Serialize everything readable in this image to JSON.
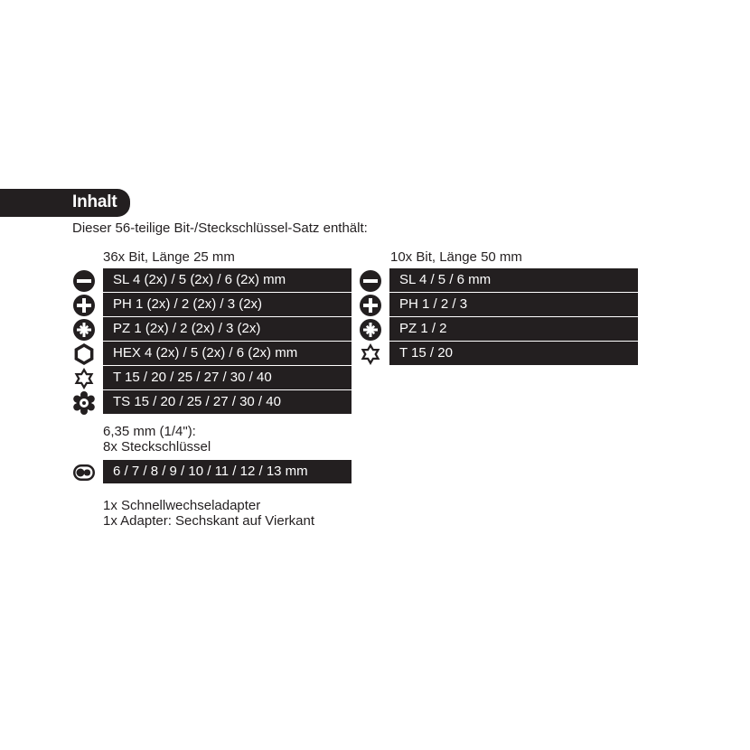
{
  "header": {
    "title": "Inhalt"
  },
  "intro": "Dieser 56-teilige Bit-/Steckschlüssel-Satz enthält:",
  "left_column": {
    "title": "36x Bit, Länge 25 mm",
    "rows": [
      {
        "icon": "slotted-icon",
        "label": "SL 4 (2x) / 5 (2x) / 6 (2x) mm"
      },
      {
        "icon": "phillips-icon",
        "label": "PH 1 (2x) / 2 (2x) / 3 (2x)"
      },
      {
        "icon": "pozidriv-icon",
        "label": "PZ 1 (2x) / 2 (2x) / 3 (2x)"
      },
      {
        "icon": "hex-icon",
        "label": "HEX 4 (2x) / 5 (2x) / 6 (2x) mm"
      },
      {
        "icon": "torx-icon",
        "label": "T 15 / 20 / 25 / 27 / 30 / 40"
      },
      {
        "icon": "torx-security-icon",
        "label": "TS 15 / 20 / 25 / 27 / 30 / 40"
      }
    ]
  },
  "right_column": {
    "title": "10x Bit, Länge 50 mm",
    "rows": [
      {
        "icon": "slotted-icon",
        "label": "SL 4 / 5 / 6 mm"
      },
      {
        "icon": "phillips-icon",
        "label": "PH 1 / 2 / 3"
      },
      {
        "icon": "pozidriv-icon",
        "label": "PZ 1 / 2"
      },
      {
        "icon": "torx-icon",
        "label": "T 15 / 20"
      }
    ]
  },
  "sockets": {
    "line1": "6,35 mm (1/4\"):",
    "line2": "8x Steckschlüssel",
    "icon": "socket-icon",
    "label": "6 / 7 / 8 / 9 / 10 / 11 / 12 / 13 mm"
  },
  "extras": {
    "line1": "1x Schnellwechseladapter",
    "line2": "1x Adapter: Sechskant auf Vierkant"
  },
  "colors": {
    "dark": "#231f20",
    "light": "#ffffff"
  }
}
